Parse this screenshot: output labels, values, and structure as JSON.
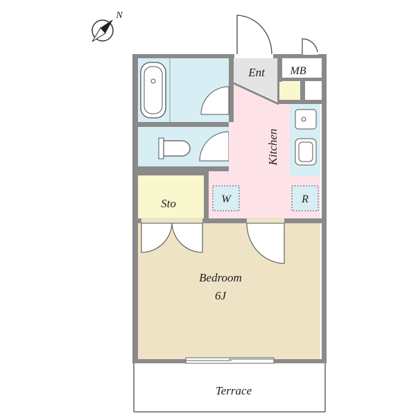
{
  "compass": {
    "label": "N",
    "icon": "north-arrow-icon"
  },
  "rooms": {
    "entrance": {
      "label": "Ent"
    },
    "meter_box": {
      "label": "MB"
    },
    "kitchen": {
      "label": "Kitchen"
    },
    "washer": {
      "label": "W"
    },
    "fridge": {
      "label": "R"
    },
    "storage": {
      "label": "Sto"
    },
    "bedroom": {
      "label": "Bedroom",
      "size": "6J"
    },
    "terrace": {
      "label": "Terrace"
    }
  },
  "colors": {
    "wall": "#8a8a8a",
    "bath": "#d6eef4",
    "kitchen": "#fde3e8",
    "entrance": "#e4e4e4",
    "storage": "#f8f7cd",
    "bedroom": "#eee3c5",
    "floor": "#ffffff"
  }
}
